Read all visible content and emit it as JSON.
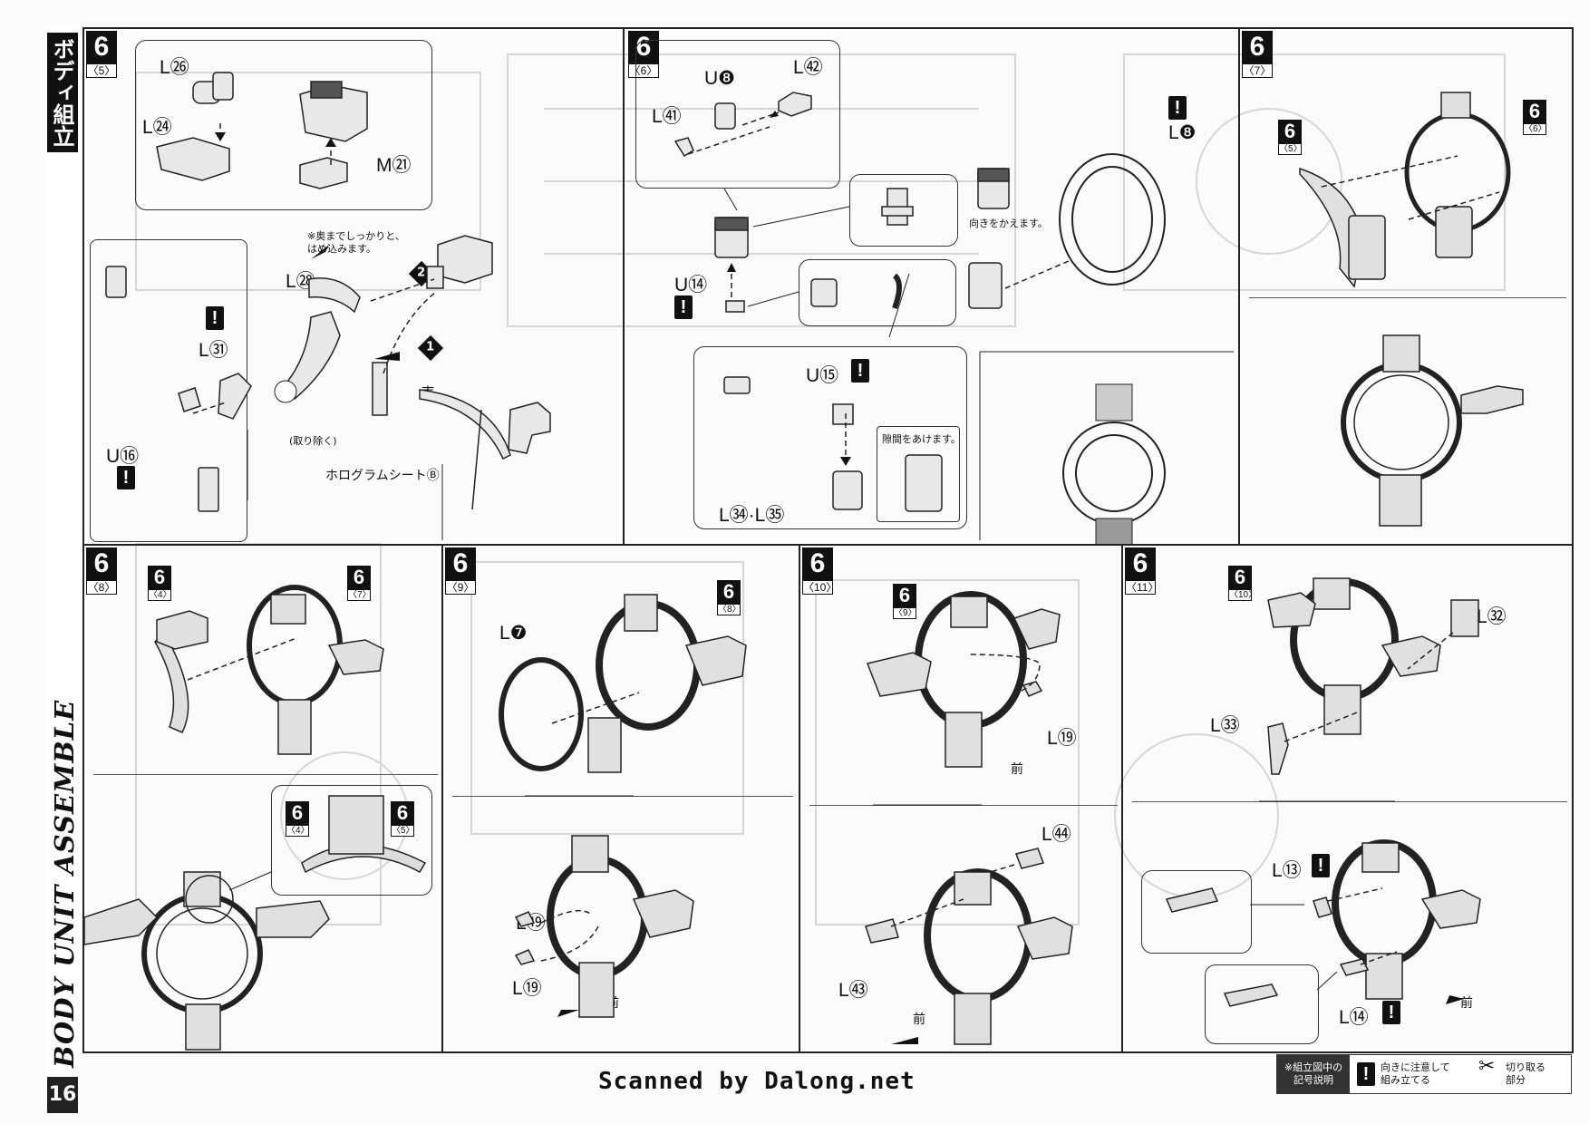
{
  "sidebar": {
    "section_jp": "ボディ組立",
    "section_en": "BODY UNIT ASSEMBLE",
    "page_number": "16"
  },
  "steps": [
    {
      "id": "6-5",
      "number": "6",
      "sub": "〈5〉"
    },
    {
      "id": "6-6",
      "number": "6",
      "sub": "〈6〉"
    },
    {
      "id": "6-7",
      "number": "6",
      "sub": "〈7〉"
    },
    {
      "id": "6-8",
      "number": "6",
      "sub": "〈8〉"
    },
    {
      "id": "6-9",
      "number": "6",
      "sub": "〈9〉"
    },
    {
      "id": "6-10",
      "number": "6",
      "sub": "〈10〉"
    },
    {
      "id": "6-11",
      "number": "6",
      "sub": "〈11〉"
    }
  ],
  "refs": {
    "r5": {
      "number": "6",
      "sub": "〈5〉"
    },
    "r6": {
      "number": "6",
      "sub": "〈6〉"
    },
    "r4": {
      "number": "6",
      "sub": "〈4〉"
    },
    "r7": {
      "number": "6",
      "sub": "〈7〉"
    },
    "r8": {
      "number": "6",
      "sub": "〈8〉"
    },
    "r9": {
      "number": "6",
      "sub": "〈9〉"
    },
    "r10": {
      "number": "6",
      "sub": "〈10〉"
    }
  },
  "parts": {
    "L26": "L㉖",
    "L24": "L㉔",
    "M21": "M㉑",
    "L28": "L㉘",
    "L31": "L㉛",
    "U16": "U⑯",
    "U8": "U❽",
    "L42": "L㊷",
    "L41": "L㊶",
    "U14": "U⑭",
    "L8": "L❽",
    "U15": "U⑮",
    "L34L35": "L㉞·L㉟",
    "L7": "L❼",
    "L19": "L⑲",
    "L44": "L㊹",
    "L43": "L㊸",
    "L32": "L㉜",
    "L33": "L㉝",
    "L13": "L⑬",
    "L14": "L⑭"
  },
  "notes": {
    "press_in": "※奥までしっかりと、\nはめ込みます。",
    "remove": "(取り除く)",
    "hologram": "ホログラムシートⒷ",
    "front_side": "表",
    "change_direction": "向きをかえます。",
    "gap": "隙間をあけます。",
    "front": "前"
  },
  "sequence": {
    "one": "1",
    "two": "2"
  },
  "warn_mark": "!",
  "footer": {
    "credit": "Scanned by Dalong.net",
    "legend_header": "※組立図中の\n記号説明",
    "legend_warn": "向きに注意して\n組み立てる",
    "legend_cut": "切り取る\n部分"
  }
}
